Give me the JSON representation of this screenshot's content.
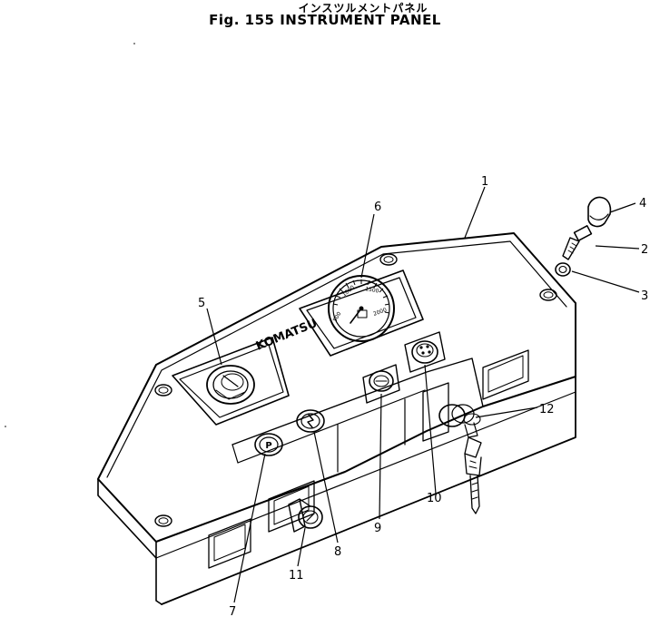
{
  "title_jp": "インスツルメントパネル",
  "title_en": "Fig. 155  INSTRUMENT  PANEL",
  "brand": "KOMATSU",
  "gauge_marks": [
    "500",
    "1000",
    "1500",
    "2000"
  ],
  "key_glyph": "P",
  "callouts": [
    "1",
    "2",
    "3",
    "4",
    "5",
    "6",
    "7",
    "8",
    "9",
    "10",
    "11",
    "12"
  ]
}
